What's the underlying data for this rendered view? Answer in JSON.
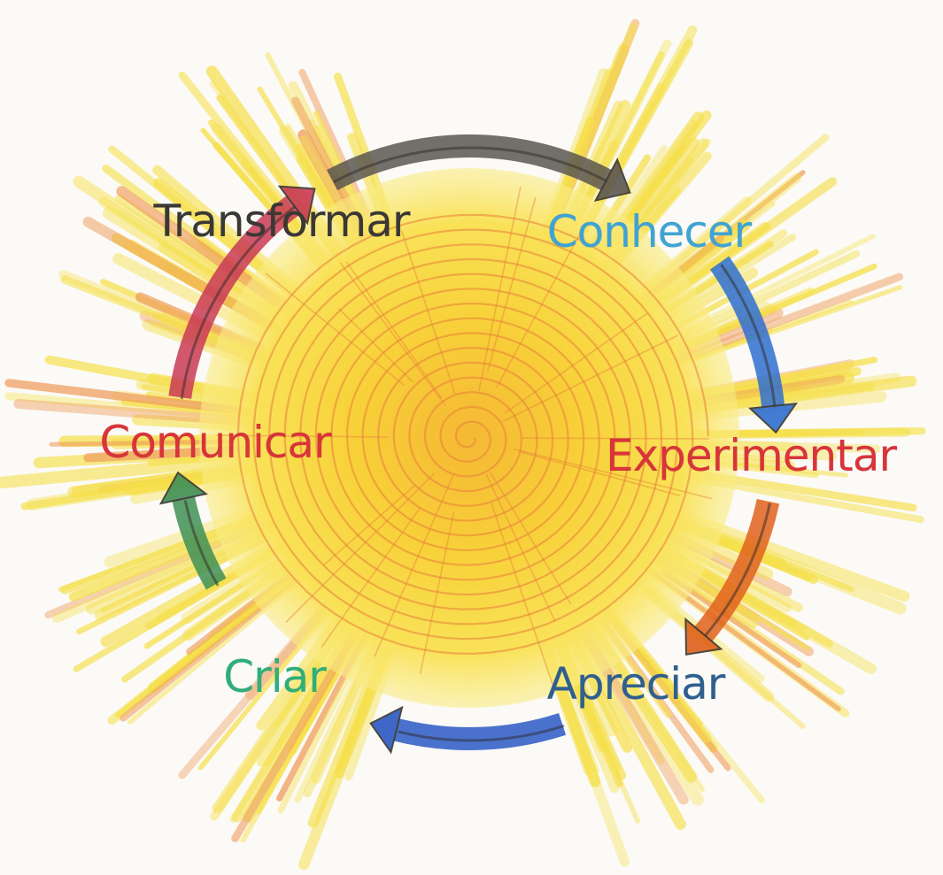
{
  "diagram": {
    "type": "cycle",
    "steps": [
      {
        "id": "conhecer",
        "label": "Conhecer",
        "color": "#3fa3d3"
      },
      {
        "id": "experimentar",
        "label": "Experimentar",
        "color": "#d8343a"
      },
      {
        "id": "apreciar",
        "label": "Apreciar",
        "color": "#2f5f8f"
      },
      {
        "id": "criar",
        "label": "Criar",
        "color": "#2fae7a"
      },
      {
        "id": "comunicar",
        "label": "Comunicar",
        "color": "#d8343a"
      },
      {
        "id": "transformar",
        "label": "Transformar",
        "color": "#3a3835"
      }
    ],
    "arrows": [
      {
        "from": "transformar",
        "to": "conhecer",
        "color": "#5b5650"
      },
      {
        "from": "conhecer",
        "to": "experimentar",
        "color": "#2f6fd0"
      },
      {
        "from": "experimentar",
        "to": "apreciar",
        "color": "#e0611c"
      },
      {
        "from": "apreciar",
        "to": "criar",
        "color": "#2a58c4"
      },
      {
        "from": "criar",
        "to": "comunicar",
        "color": "#3f8f55"
      },
      {
        "from": "comunicar",
        "to": "transformar",
        "color": "#c93a55"
      }
    ],
    "sun": {
      "core_color": "#f7c928",
      "ray_color": "#f6e04a",
      "swirl_color": "#e8803a"
    }
  }
}
